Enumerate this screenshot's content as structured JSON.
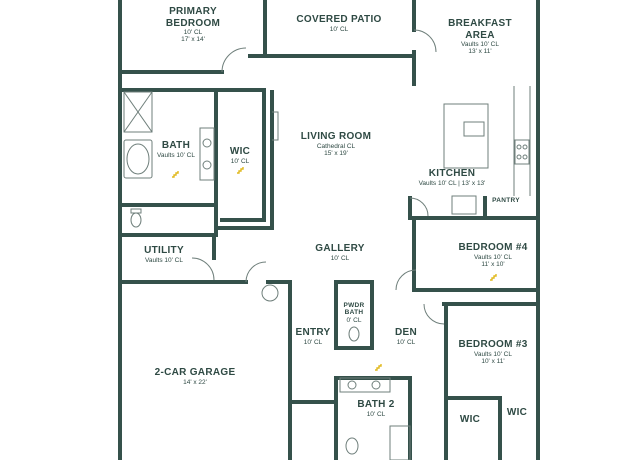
{
  "colors": {
    "wall": "#35514b",
    "ink": "#2f4a44",
    "fixture": "#6f7f7b",
    "accent": "#e0b81c"
  },
  "rooms": {
    "primary_bedroom": {
      "name_1": "PRIMARY",
      "name_2": "BEDROOM",
      "sub": "10' CL",
      "dims": "17' x 14'"
    },
    "covered_patio": {
      "name": "COVERED PATIO",
      "sub": "10' CL"
    },
    "breakfast": {
      "name_1": "BREAKFAST",
      "name_2": "AREA",
      "sub": "Vaults 10' CL",
      "dims": "13' x 11'"
    },
    "bath": {
      "name": "BATH",
      "sub": "Vaults 10' CL"
    },
    "wic_primary": {
      "name": "WIC",
      "sub": "10' CL"
    },
    "living_room": {
      "name": "LIVING ROOM",
      "sub": "Cathedral CL",
      "dims": "15' x 19'"
    },
    "kitchen": {
      "name": "KITCHEN",
      "sub": "Vaults 10' CL  |  13' x 13'"
    },
    "pantry": {
      "name": "PANTRY"
    },
    "utility": {
      "name": "UTILITY",
      "sub": "Vaults 10' CL"
    },
    "gallery": {
      "name": "GALLERY",
      "sub": "10' CL"
    },
    "bedroom4": {
      "name": "BEDROOM #4",
      "sub": "Vaults 10' CL",
      "dims": "11' x 10'"
    },
    "pwdr_bath": {
      "name_1": "PWDR",
      "name_2": "BATH",
      "sub": "0' CL"
    },
    "entry": {
      "name": "ENTRY",
      "sub": "10' CL"
    },
    "den": {
      "name": "DEN",
      "sub": "10' CL"
    },
    "bedroom3": {
      "name": "BEDROOM #3",
      "sub": "Vaults 10' CL",
      "dims": "10' x 11'"
    },
    "garage": {
      "name": "2-CAR GARAGE",
      "dims": "14' x 22'"
    },
    "bath2": {
      "name": "BATH 2",
      "sub": "10' CL"
    },
    "wic_b3a": {
      "name": "WIC"
    },
    "wic_b3b": {
      "name": "WIC"
    }
  },
  "icons": [
    "stair-glyph-icon",
    "door-swing-icon",
    "toilet-icon",
    "tub-icon",
    "sink-icon",
    "range-icon",
    "water-heater-icon"
  ]
}
